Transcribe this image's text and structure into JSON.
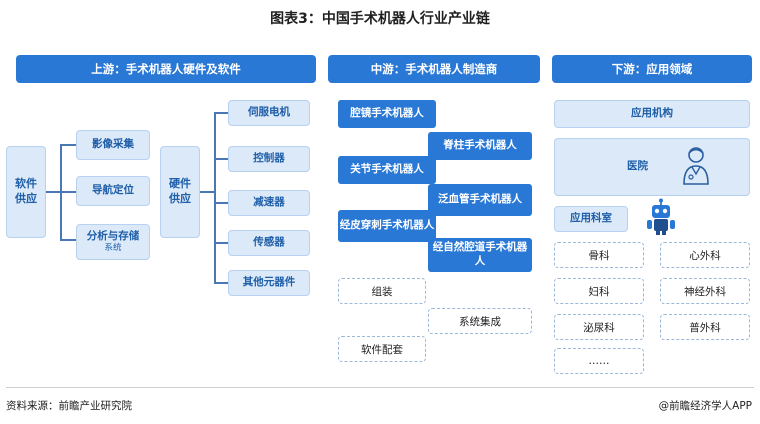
{
  "title": "图表3：中国手术机器人行业产业链",
  "upstream": {
    "header": "上游：手术机器人硬件及软件",
    "software_supply": "软件供应",
    "software_items": [
      "影像采集",
      "导航定位"
    ],
    "analysis_main": "分析与存储",
    "analysis_sub": "系统",
    "hardware_supply": "硬件供应",
    "hardware_items": [
      "伺服电机",
      "控制器",
      "减速器",
      "传感器",
      "其他元器件"
    ]
  },
  "midstream": {
    "header": "中游：手术机器人制造商",
    "robots": [
      "腔镜手术机器人",
      "脊柱手术机器人",
      "关节手术机器人",
      "泛血管手术机器人",
      "经皮穿刺手术机器人",
      "经自然腔道手术机器人"
    ],
    "services": [
      "组装",
      "系统集成",
      "软件配套"
    ]
  },
  "downstream": {
    "header": "下游：应用领域",
    "institutions": "应用机构",
    "hospital": "医院",
    "departments_label": "应用科室",
    "departments": [
      "骨科",
      "心外科",
      "妇科",
      "神经外科",
      "泌尿科",
      "普外科",
      "……"
    ]
  },
  "footer": {
    "source": "资料来源：前瞻产业研究院",
    "brand": "@前瞻经济学人APP"
  },
  "colors": {
    "accent": "#2a78d6",
    "light": "#dce9f9"
  }
}
